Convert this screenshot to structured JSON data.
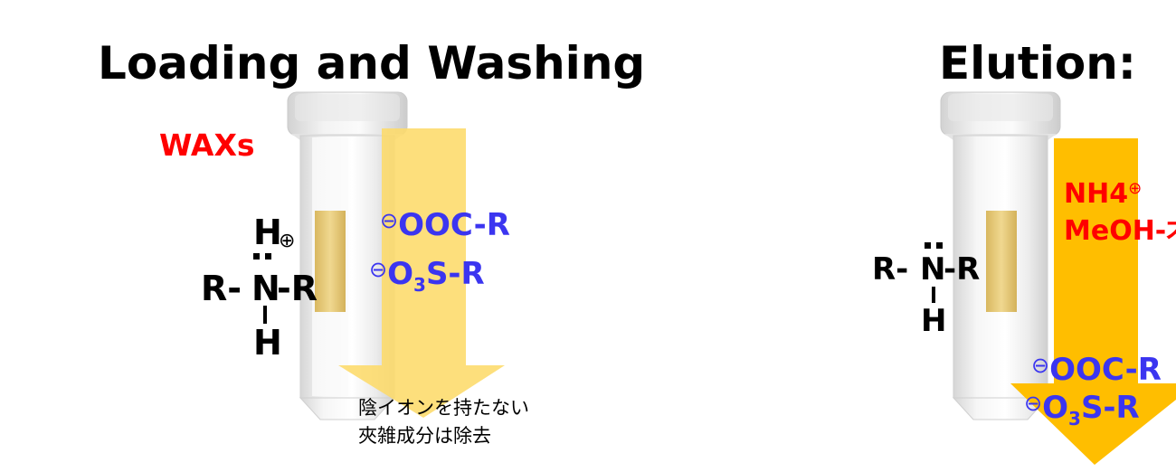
{
  "left_panel": {
    "title": "Loading and Washing",
    "sorbent_label": "WAXs",
    "amine": {
      "h_top": "H",
      "charge": "⊕",
      "r_left": "R-",
      "n": "N",
      "r_right": "-R",
      "h_bottom": "H"
    },
    "anion_1": {
      "charge": "⊖",
      "text": "OOC-R"
    },
    "anion_2": {
      "charge": "⊖",
      "text_a": "O",
      "sub": "3",
      "text_b": "S-R"
    },
    "note_line_1": "陰イオンを持たない",
    "note_line_2": "夾雑成分は除去"
  },
  "right_panel": {
    "title": "Elution:",
    "reagent_line_1": "NH4",
    "reagent_charge": "⊕",
    "reagent_line_2": "MeOH-才",
    "amine": {
      "r_left": "R-",
      "n": "N",
      "r_right": "-R",
      "h_bottom": "H"
    },
    "anion_1": {
      "charge": "⊖",
      "text": "OOC-R"
    },
    "anion_2": {
      "charge": "⊖",
      "text_a": "O",
      "sub": "3",
      "text_b": "S-R"
    }
  },
  "colors": {
    "arrow_light": "#fddb6a",
    "arrow_dark": "#ffbe00",
    "red_label": "#ff0000",
    "anion_blue": "#3b35f0",
    "sorbent_bed": "#e9cf80"
  }
}
